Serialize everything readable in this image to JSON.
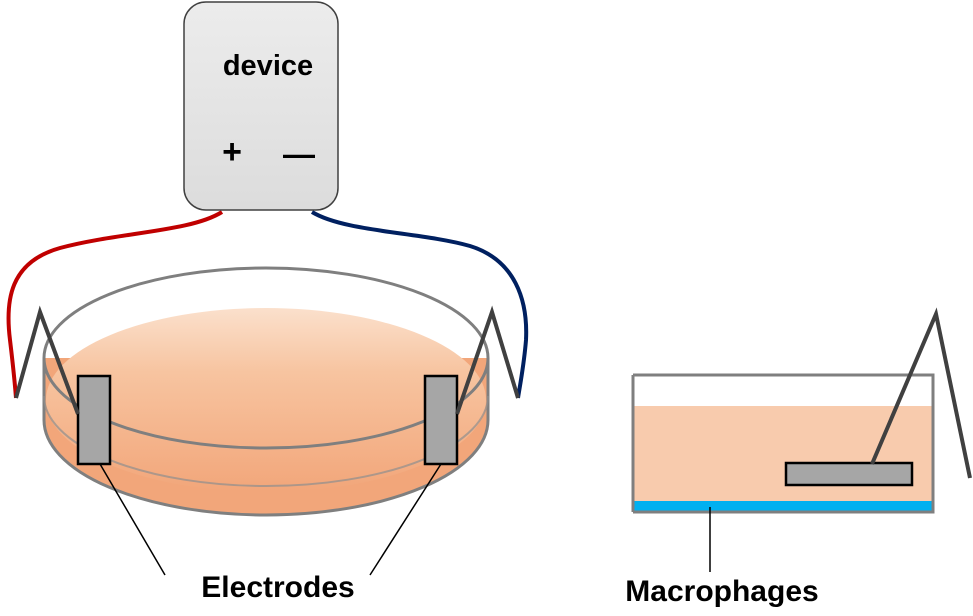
{
  "device": {
    "label": "device",
    "plus_sign": "+",
    "minus_sign": "—"
  },
  "labels": {
    "electrodes": "Electrodes",
    "macrophages": "Macrophages"
  },
  "colors": {
    "positive_wire": "#c00000",
    "negative_wire": "#002060",
    "medium": "#f4b183",
    "cell_layer": "#00b0f0",
    "electrode_fill": "#a6a6a6",
    "device_fill": "#e0e0e0"
  }
}
